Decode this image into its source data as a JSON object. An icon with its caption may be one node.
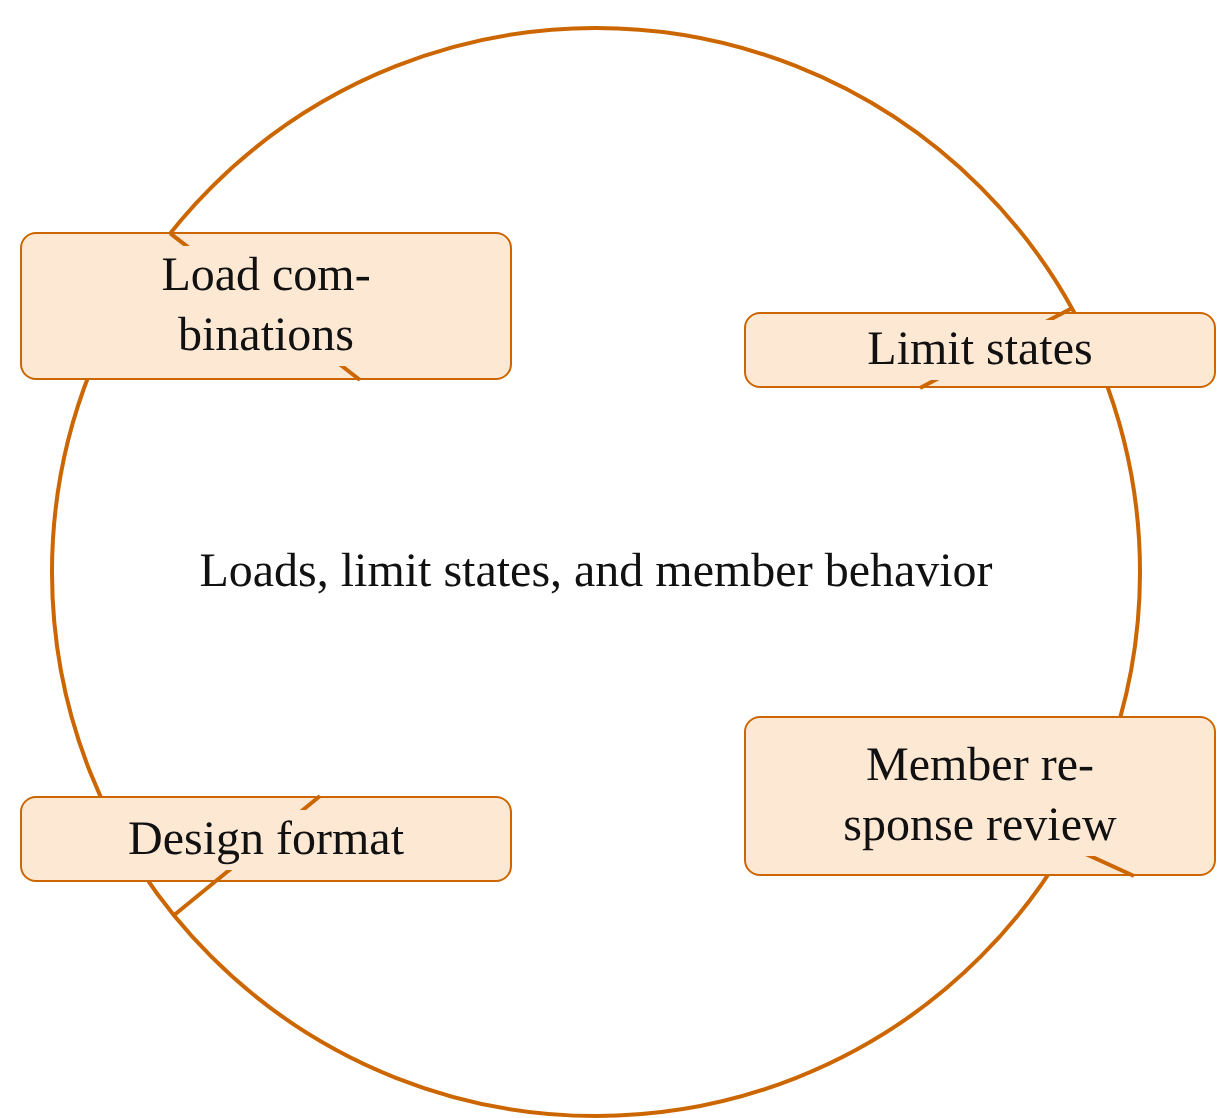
{
  "diagram": {
    "nodes": [
      {
        "text": [
          "Loads, limit states, and member behavior"
        ]
      },
      {
        "text": [
          "Load com- binations"
        ]
      },
      {
        "text": [
          "Limit states"
        ]
      },
      {
        "text": [
          "Design format"
        ]
      },
      {
        "text": [
          "Member re- sponse review"
        ]
      }
    ],
    "edges": [
      {
        "from": 0,
        "to": 1,
        "arrow": "none"
      },
      {
        "from": 0,
        "to": 2,
        "arrow": "none"
      },
      {
        "from": 0,
        "to": 3,
        "arrow": "none"
      },
      {
        "from": 0,
        "to": 4,
        "arrow": "none"
      }
    ]
  }
}
